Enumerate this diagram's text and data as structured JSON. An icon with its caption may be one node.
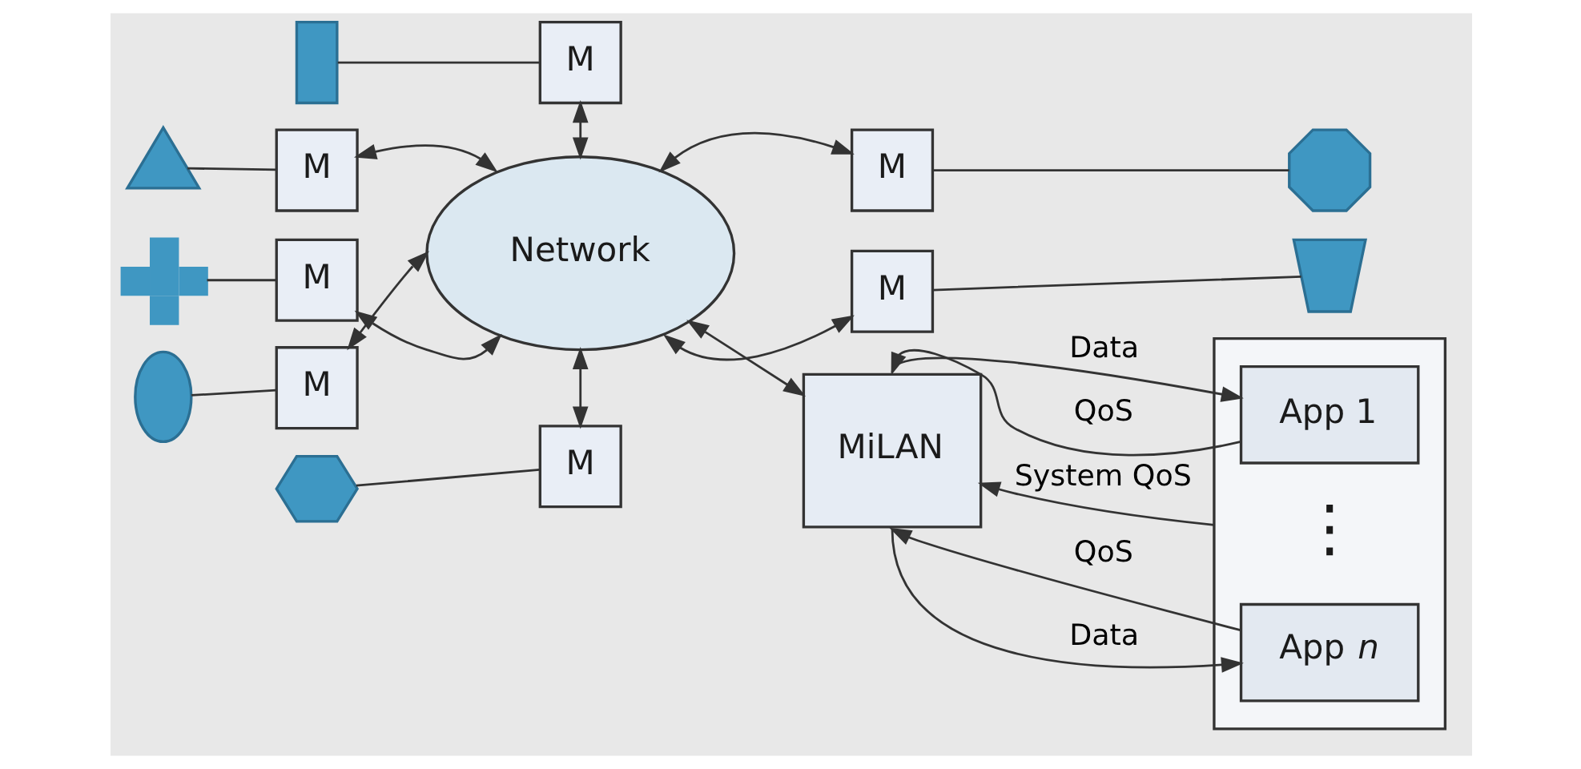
{
  "diagram": {
    "nodes": [
      {
        "text": [],
        "shape": "triangle"
      },
      {
        "text": [
          "M"
        ]
      },
      {
        "text": [],
        "shape": "box"
      },
      {
        "text": [
          "M"
        ]
      },
      {
        "text": [
          "M"
        ]
      },
      {
        "text": [],
        "shape": "octagon"
      },
      {
        "text": [],
        "shape": "box"
      },
      {
        "text": [
          "App 1"
        ],
        "in": 6
      },
      {
        "text": [],
        "shape": "ellipse"
      },
      {
        "text": [
          "M"
        ]
      },
      {
        "text": [
          "Network"
        ]
      },
      {
        "text": [
          "MiLAN"
        ]
      },
      {
        "text": [
          "App *n*"
        ],
        "in": 6
      },
      {
        "text": [],
        "shape": "cross"
      },
      {
        "text": [
          "M"
        ]
      },
      {
        "text": [
          "M"
        ]
      },
      {
        "text": [],
        "shape": "trapezoid"
      },
      {
        "text": [],
        "shape": "hexagon"
      },
      {
        "text": [
          "M"
        ]
      }
    ],
    "edges": [
      {
        "from": 0,
        "to": 1,
        "arrow": "none"
      },
      {
        "from": 1,
        "to": 10,
        "arrow": "both"
      },
      {
        "from": 2,
        "to": 3,
        "arrow": "none"
      },
      {
        "from": 3,
        "to": 10,
        "arrow": "both"
      },
      {
        "from": 10,
        "to": 4,
        "arrow": "both"
      },
      {
        "from": 4,
        "to": 5,
        "arrow": "none"
      },
      {
        "from": 8,
        "to": 9,
        "arrow": "none"
      },
      {
        "from": 9,
        "to": 10,
        "arrow": "both"
      },
      {
        "from": 10,
        "to": 11,
        "arrow": "both"
      },
      {
        "from": 11,
        "to": 7,
        "arrow": "to",
        "label": "Data"
      },
      {
        "from": 7,
        "to": 11,
        "arrow": "to",
        "label": "QoS"
      },
      {
        "from": 6,
        "to": 11,
        "arrow": "to",
        "label": "System QoS"
      },
      {
        "from": 12,
        "to": 11,
        "arrow": "to",
        "label": "QoS"
      },
      {
        "from": 11,
        "to": 12,
        "arrow": "to",
        "label": "Data"
      },
      {
        "from": 13,
        "to": 14,
        "arrow": "none"
      },
      {
        "from": 14,
        "to": 10,
        "arrow": "both"
      },
      {
        "from": 10,
        "to": 15,
        "arrow": "both"
      },
      {
        "from": 15,
        "to": 16,
        "arrow": "none"
      },
      {
        "from": 17,
        "to": 18,
        "arrow": "none"
      },
      {
        "from": 10,
        "to": 18,
        "arrow": "both"
      }
    ],
    "labels": [
      "⋮"
    ]
  }
}
